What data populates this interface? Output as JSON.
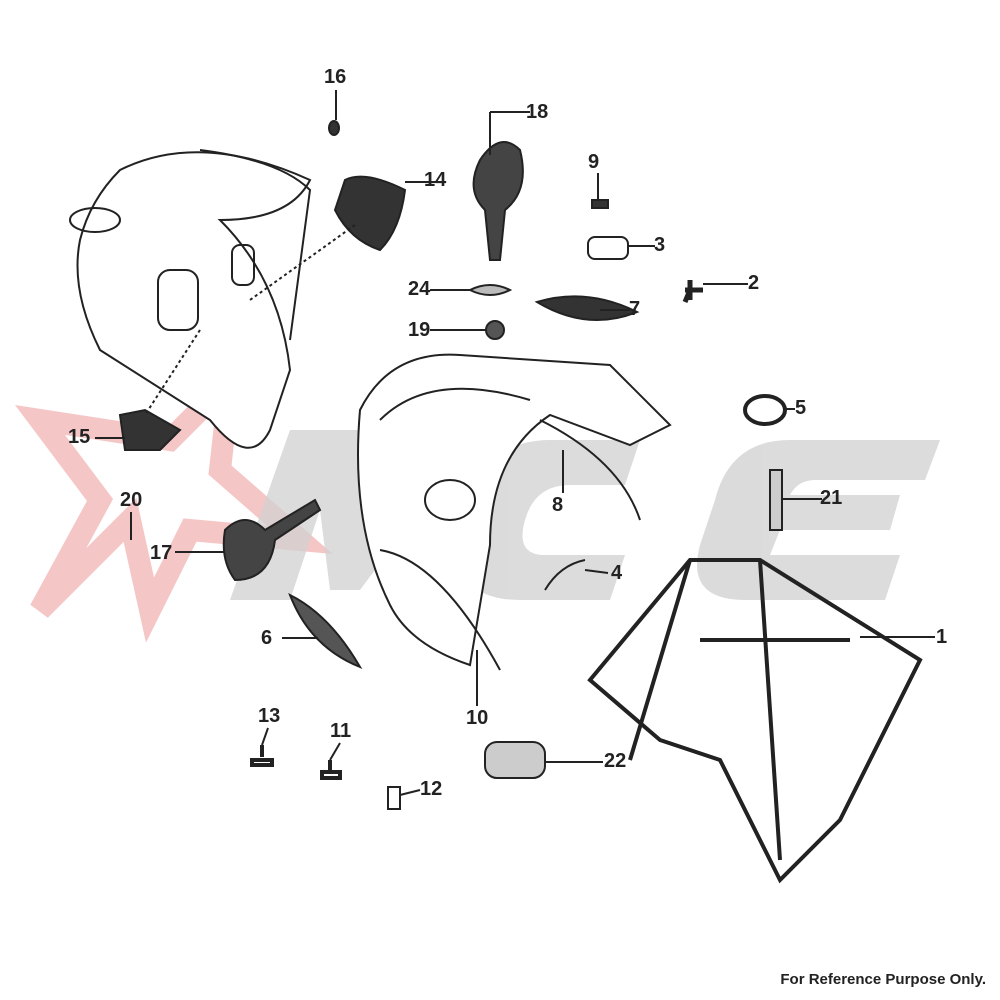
{
  "diagram": {
    "type": "exploded-parts-diagram",
    "callouts": {
      "c1": "1",
      "c2": "2",
      "c3": "3",
      "c4": "4",
      "c5": "5",
      "c6": "6",
      "c7": "7",
      "c8": "8",
      "c9": "9",
      "c10": "10",
      "c11": "11",
      "c12": "12",
      "c13": "13",
      "c14": "14",
      "c15": "15",
      "c16": "16",
      "c17": "17",
      "c18": "18",
      "c19": "19",
      "c20": "20",
      "c21": "21",
      "c22": "22",
      "c24": "24"
    },
    "watermark": "MGE",
    "colors": {
      "watermark_star": "#e89090",
      "watermark_letters": "#c8c8c8",
      "ink": "#222222"
    }
  },
  "footer": {
    "text": "For Reference Purpose Only."
  }
}
